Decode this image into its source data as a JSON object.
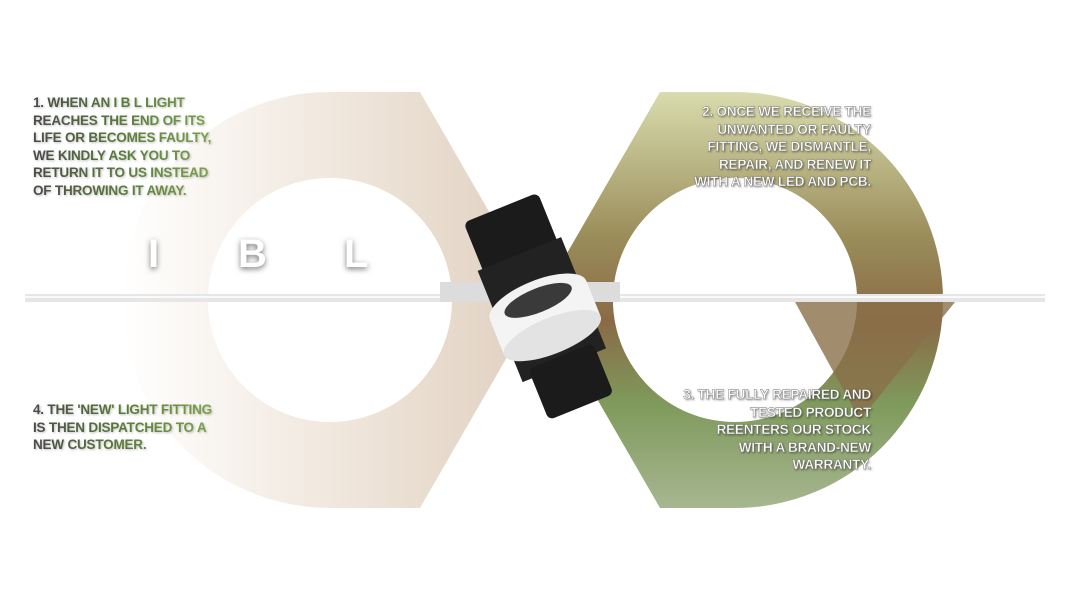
{
  "logo": {
    "letters": [
      "I",
      "B",
      "L"
    ]
  },
  "steps": [
    {
      "lines": [
        "1. WHEN AN  I  B  L  LIGHT",
        "REACHES THE END OF ITS",
        "LIFE OR BECOMES FAULTY,",
        "WE KINDLY ASK YOU TO",
        "RETURN IT TO US INSTEAD",
        "OF THROWING IT AWAY."
      ]
    },
    {
      "lines": [
        "2. ONCE WE RECEIVE THE",
        "UNWANTED OR FAULTY",
        "FITTING, WE DISMANTLE,",
        "REPAIR, AND RENEW IT",
        "WITH A NEW LED AND PCB."
      ]
    },
    {
      "lines": [
        "3. THE FULLY REPAIRED AND",
        "TESTED PRODUCT",
        "REENTERS OUR STOCK",
        "WITH A BRAND-NEW",
        "WARRANTY."
      ]
    },
    {
      "lines": [
        "4. THE 'NEW' LIGHT FITTING",
        "IS THEN DISPATCHED TO A",
        "NEW CUSTOMER."
      ]
    }
  ],
  "colors": {
    "beige": "#e9ddd0",
    "green": "#6f9a3f",
    "dark": "#4a4a48"
  }
}
